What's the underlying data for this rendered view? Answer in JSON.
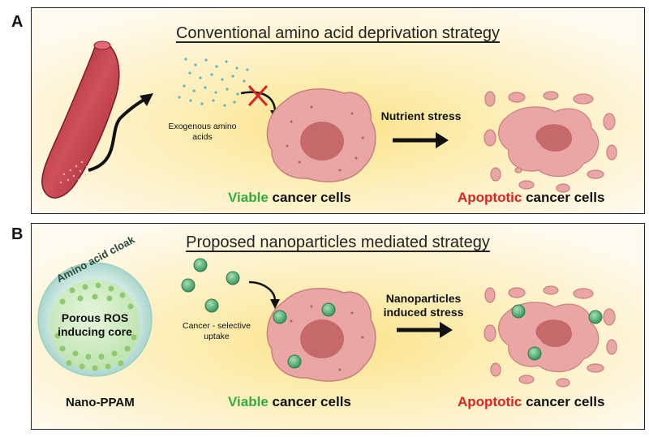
{
  "panel_a": {
    "letter": "A",
    "title": "Conventional amino acid deprivation strategy",
    "exogenous_label": "Exogenous amino acids",
    "stress_label": "Nutrient stress",
    "viable_word": "Viable",
    "viable_rest": "cancer cells",
    "apoptotic_word": "Apoptotic",
    "apoptotic_rest": "cancer cells"
  },
  "panel_b": {
    "letter": "B",
    "title": "Proposed nanoparticles mediated strategy",
    "cloak_label": "Amino acid cloak",
    "core_label": "Porous ROS inducing core",
    "np_name": "Nano-PPAM",
    "uptake_label": "Cancer - selective uptake",
    "stress_label": "Nanoparticles induced stress",
    "viable_word": "Viable",
    "viable_rest": "cancer cells",
    "apoptotic_word": "Apoptotic",
    "apoptotic_rest": "cancer cells"
  },
  "colors": {
    "viable": "#2fae3f",
    "apoptotic": "#e02222",
    "cell_fill": "#e9a6a4",
    "nucleus": "#c6696a",
    "nanoparticle": "#3fa86e",
    "vessel": "#b8323d"
  }
}
